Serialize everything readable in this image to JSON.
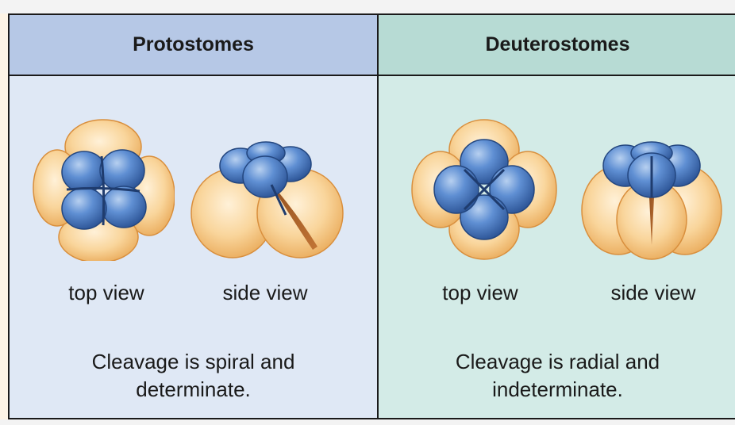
{
  "columns": [
    {
      "header": "Protostomes",
      "top_view_label": "top view",
      "side_view_label": "side view",
      "caption_line1": "Cleavage is spiral and",
      "caption_line2": "determinate."
    },
    {
      "header": "Deuterostomes",
      "top_view_label": "top view",
      "side_view_label": "side view",
      "caption_line1": "Cleavage is radial and",
      "caption_line2": "indeterminate."
    }
  ],
  "colors": {
    "protostome_header": "#b6c8e6",
    "protostome_body": "#dfe8f5",
    "deuterostome_header": "#b7dbd4",
    "deuterostome_body": "#d3ebe7",
    "blastomere_large": "#f7c98a",
    "blastomere_small": "#4f7fc4"
  }
}
